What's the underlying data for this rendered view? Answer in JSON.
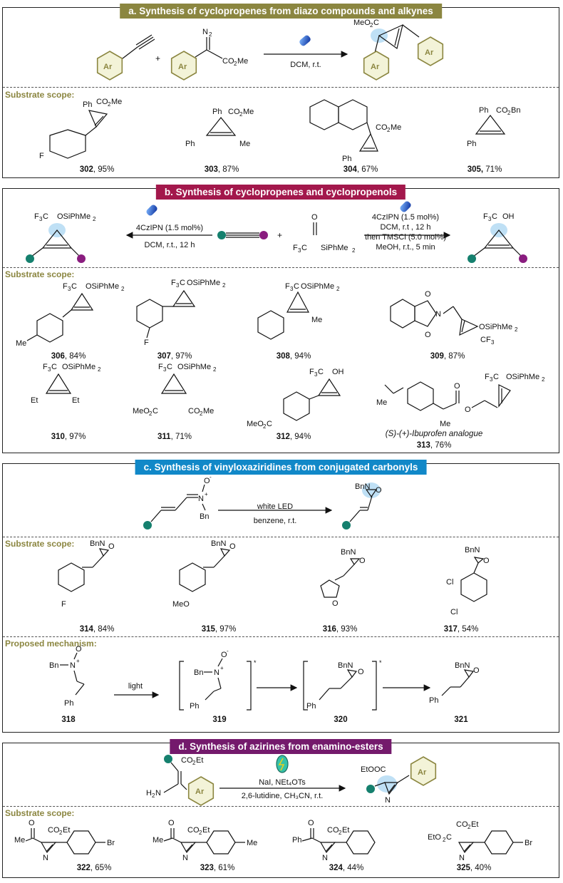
{
  "colors": {
    "olive": "#8b8640",
    "maroon": "#a3184c",
    "blue": "#1188c8",
    "purple": "#741a6c",
    "teal": "#15806e",
    "magenta": "#8a1d7f",
    "highlight": "#bfe0f5"
  },
  "panel_a": {
    "title": "a. Synthesis of cyclopropenes from diazo compounds and alkynes",
    "conditions": "DCM, r.t.",
    "scope_label": "Substrate scope:",
    "compounds": [
      {
        "num": "302",
        "yield": ", 95%"
      },
      {
        "num": "303",
        "yield": ", 87%"
      },
      {
        "num": "304",
        "yield": ", 67%"
      },
      {
        "num": "305,",
        "yield": " 71%"
      }
    ]
  },
  "panel_b": {
    "title": "b. Synthesis of cyclopropenes and cyclopropenols",
    "left_cond": [
      "4CzIPN (1.5 mol%)",
      "DCM, r.t., 12 h"
    ],
    "right_cond": [
      "4CzIPN (1.5 mol%)",
      "DCM, r.t , 12 h",
      "then TMSCl (5.0 mol%)",
      "MeOH, r.t., 5 min"
    ],
    "scope_label": "Substrate scope:",
    "compounds": [
      {
        "num": "306",
        "yield": ", 84%"
      },
      {
        "num": "307",
        "yield": ", 97%"
      },
      {
        "num": "308",
        "yield": ", 94%"
      },
      {
        "num": "309",
        "yield": ", 87%"
      },
      {
        "num": "310",
        "yield": ", 97%"
      },
      {
        "num": "311",
        "yield": ", 71%"
      },
      {
        "num": "312",
        "yield": ", 94%"
      },
      {
        "num": "313",
        "yield": ", 76%"
      }
    ],
    "ibuprofen_note": "(S)-(+)-Ibuprofen analogue"
  },
  "panel_c": {
    "title": "c. Synthesis of vinyloxaziridines from conjugated carbonyls",
    "cond_top": "white LED",
    "cond_bottom": "benzene, r.t.",
    "scope_label": "Substrate scope:",
    "compounds": [
      {
        "num": "314",
        "yield": ", 84%"
      },
      {
        "num": "315",
        "yield": ", 97%"
      },
      {
        "num": "316",
        "yield": ", 93%"
      },
      {
        "num": "317",
        "yield": ", 54%"
      }
    ],
    "mechanism_label": "Proposed mechanism:",
    "light": "light",
    "mech_nums": [
      "318",
      "319",
      "320",
      "321"
    ]
  },
  "panel_d": {
    "title": "d. Synthesis of azirines from enamino-esters",
    "cond_top": "NaI, NEt₄OTs",
    "cond_bottom": "2,6-lutidine, CH₃CN, r.t.",
    "scope_label": "Substrate scope:",
    "compounds": [
      {
        "num": "322",
        "yield": ", 65%"
      },
      {
        "num": "323",
        "yield": ", 61%"
      },
      {
        "num": "324",
        "yield": ", 44%"
      },
      {
        "num": "325",
        "yield": ", 40%"
      }
    ]
  }
}
